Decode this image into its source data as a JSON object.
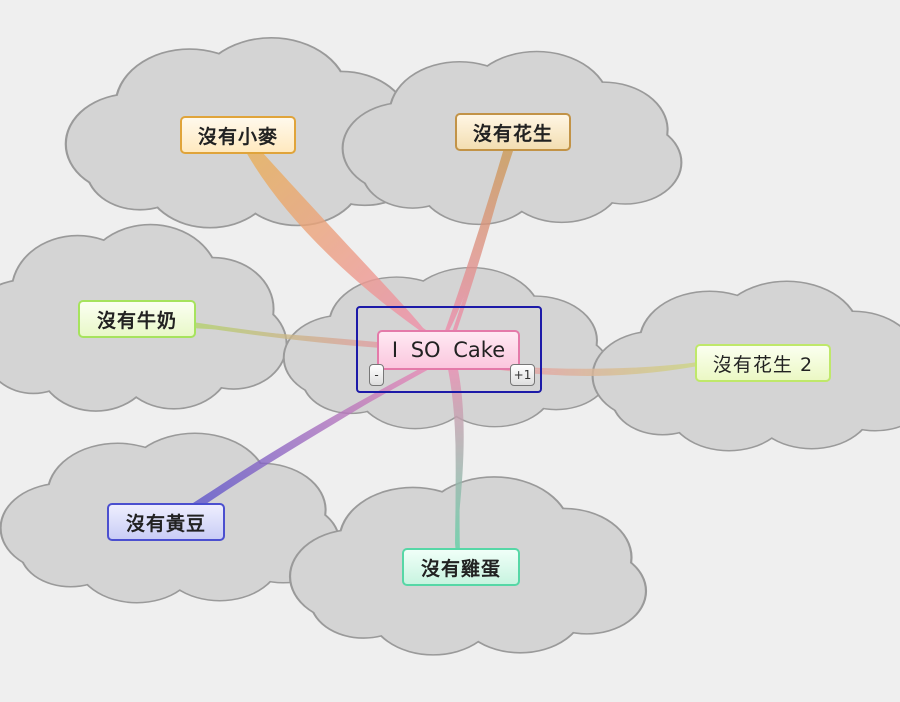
{
  "central": {
    "label": "I SO Cake"
  },
  "controls": {
    "collapse": "-",
    "expand": "+1"
  },
  "topics": [
    {
      "id": "wheat",
      "label": "沒有小麥",
      "color": "#e0a43a"
    },
    {
      "id": "peanut",
      "label": "沒有花生",
      "color": "#c29347"
    },
    {
      "id": "milk",
      "label": "沒有牛奶",
      "color": "#a6e35d"
    },
    {
      "id": "peanut2",
      "label": "沒有花生 2",
      "color": "#bfe86a"
    },
    {
      "id": "soy",
      "label": "沒有黃豆",
      "color": "#4b4fcf"
    },
    {
      "id": "egg",
      "label": "沒有雞蛋",
      "color": "#56d7a6"
    }
  ],
  "colors": {
    "background": "#efefef",
    "cloud_fill": "#d4d4d4",
    "cloud_stroke": "#999999",
    "selection_frame": "#1c1aa8",
    "central_border": "#e47aa9",
    "central_fill": "#fbc7de",
    "branch_root": "#f08cb4"
  }
}
